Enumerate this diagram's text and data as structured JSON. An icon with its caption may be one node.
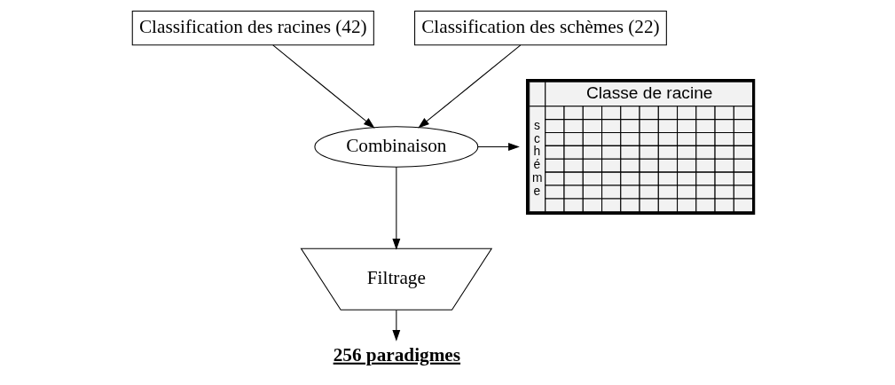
{
  "diagram": {
    "nodes": [
      {
        "text": [
          "Classification des racines (42)"
        ]
      },
      {
        "text": [
          "Classification des schèmes (22)"
        ]
      },
      {
        "text": [
          "Combinaison"
        ]
      },
      {
        "text": [
          "Filtrage"
        ]
      },
      {
        "text": [
          "Classe de racine",
          "schéme"
        ]
      },
      {
        "text": [
          "256 paradigmes"
        ]
      }
    ],
    "edges": [
      {
        "from": 0,
        "to": 2,
        "arrow": "to"
      },
      {
        "from": 1,
        "to": 2,
        "arrow": "to"
      },
      {
        "from": 2,
        "to": 4,
        "arrow": "to"
      },
      {
        "from": 2,
        "to": 3,
        "arrow": "to"
      },
      {
        "from": 3,
        "to": 5,
        "arrow": "to"
      }
    ]
  }
}
